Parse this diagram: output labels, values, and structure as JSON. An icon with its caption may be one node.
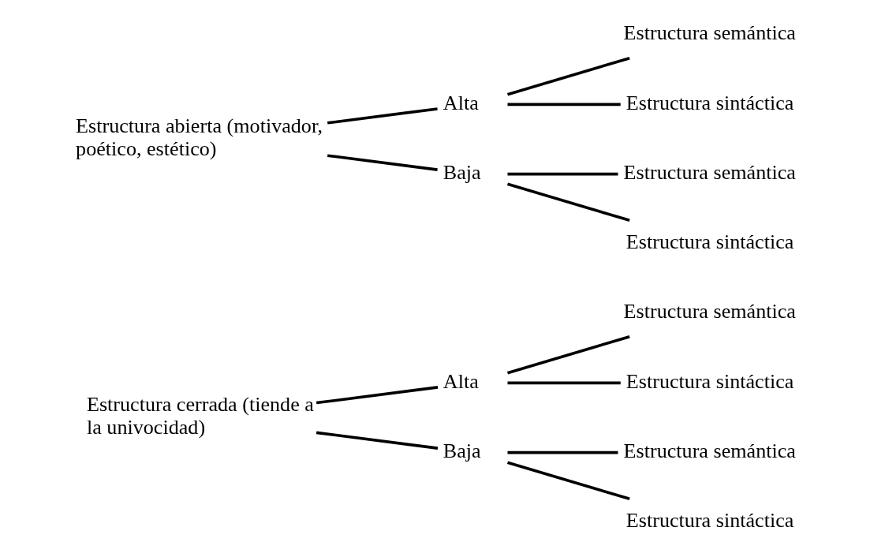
{
  "diagram": {
    "nodes": [
      {
        "text": [
          "Estructura cerrada (tiende a la univocidad)"
        ]
      },
      {
        "text": [
          "Alta"
        ]
      },
      {
        "text": [
          "Estructura semántica"
        ]
      },
      {
        "text": [
          "Estructura sintáctica"
        ]
      },
      {
        "text": [
          "Baja"
        ]
      },
      {
        "text": [
          "Estructura semántica"
        ]
      },
      {
        "text": [
          "Estructura sintáctica"
        ]
      },
      {
        "text": [
          "Estructura abierta (motivador, poético, estético)"
        ]
      },
      {
        "text": [
          "Alta"
        ]
      },
      {
        "text": [
          "Estructura semántica"
        ]
      },
      {
        "text": [
          "Estructura sintáctica"
        ]
      },
      {
        "text": [
          "Baja"
        ]
      },
      {
        "text": [
          "Estructura semántica"
        ]
      },
      {
        "text": [
          "Estructura sintáctica"
        ]
      }
    ],
    "edges": [
      {
        "from": 0,
        "to": 1,
        "arrow": "none"
      },
      {
        "from": 0,
        "to": 4,
        "arrow": "none"
      },
      {
        "from": 1,
        "to": 2,
        "arrow": "none"
      },
      {
        "from": 1,
        "to": 3,
        "arrow": "none"
      },
      {
        "from": 4,
        "to": 5,
        "arrow": "none"
      },
      {
        "from": 4,
        "to": 6,
        "arrow": "none"
      },
      {
        "from": 7,
        "to": 8,
        "arrow": "none"
      },
      {
        "from": 7,
        "to": 11,
        "arrow": "none"
      },
      {
        "from": 8,
        "to": 9,
        "arrow": "none"
      },
      {
        "from": 8,
        "to": 10,
        "arrow": "none"
      },
      {
        "from": 11,
        "to": 12,
        "arrow": "none"
      },
      {
        "from": 11,
        "to": 13,
        "arrow": "none"
      }
    ]
  }
}
